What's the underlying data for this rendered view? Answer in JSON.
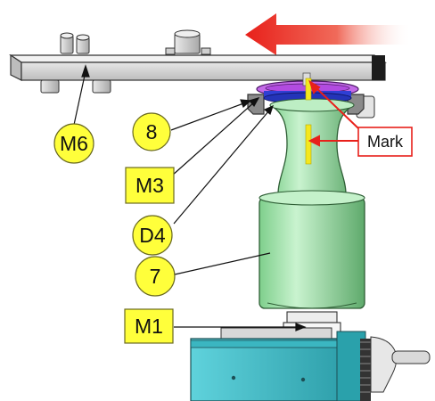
{
  "labels": {
    "m6": "M6",
    "n8": "8",
    "m3": "M3",
    "d4": "D4",
    "n7": "7",
    "m1": "M1",
    "mark": "Mark"
  },
  "colors": {
    "callout_fill": "#ffff3b",
    "callout_stroke": "#6a6a20",
    "arrow_red": "#e8201a",
    "part_green": "#a9e8b2",
    "part_green_dark": "#5faa6c",
    "plate_gray": "#d2d2d2",
    "vise_cyan": "#48c5cf",
    "ring_purple": "#b24be0",
    "ring_blue": "#2f3fd4",
    "mark_yellow": "#f4e71e"
  },
  "icons": {
    "direction_arrow": "large-red-left-arrow"
  }
}
